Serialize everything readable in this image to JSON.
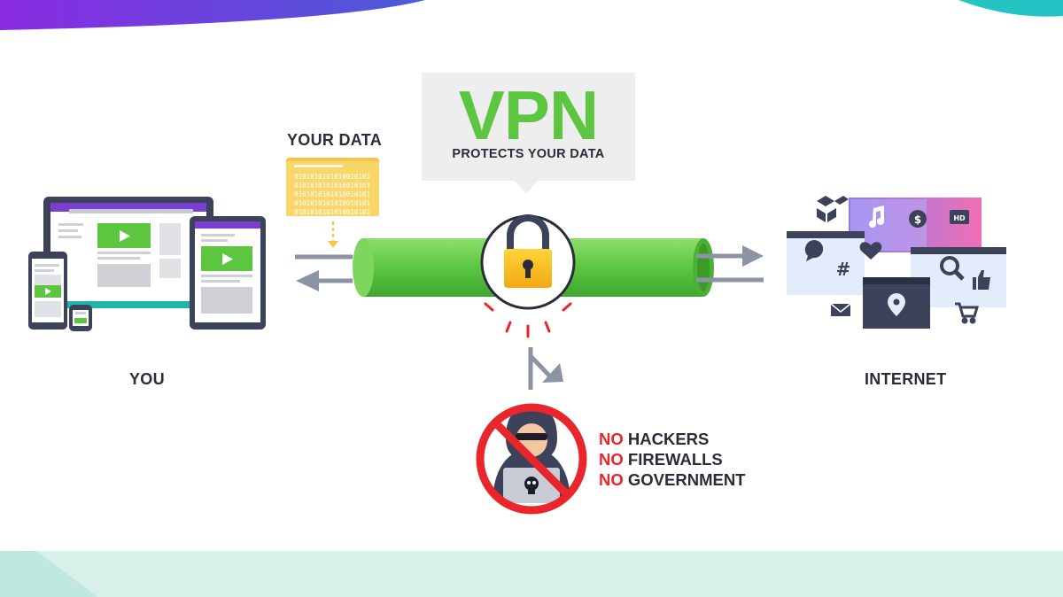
{
  "diagram": {
    "vpn_title": "VPN",
    "vpn_subtitle": "PROTECTS YOUR DATA",
    "your_data_label": "YOUR DATA",
    "you_label": "YOU",
    "internet_label": "INTERNET",
    "blocked": [
      {
        "neg": "NO",
        "text": " HACKERS"
      },
      {
        "neg": "NO",
        "text": " FIREWALLS"
      },
      {
        "neg": "NO",
        "text": " GOVERNMENT"
      }
    ],
    "binary_text": "0101010101010010101",
    "colors": {
      "green": "#5cc641",
      "tunnel_green": "#6fd14e",
      "lock_gold": "#f5b81c",
      "warning_red": "#e8262c",
      "device_dark": "#3b4259",
      "screen_purple": "#7a3fd0",
      "arrow_gray": "#8c93a3",
      "mint": "#d7f0e9"
    },
    "icons": [
      "laptop-icon",
      "tablet-icon",
      "phone-icon",
      "smartwatch-icon",
      "folder-icon",
      "padlock-icon",
      "hacker-icon",
      "skull-icon",
      "dropbox-icon",
      "music-icon",
      "dollar-icon",
      "hd-video-icon",
      "chat-icon",
      "hashtag-icon",
      "heart-icon",
      "search-icon",
      "thumbs-up-icon",
      "location-pin-icon",
      "mail-icon",
      "cart-icon"
    ]
  }
}
